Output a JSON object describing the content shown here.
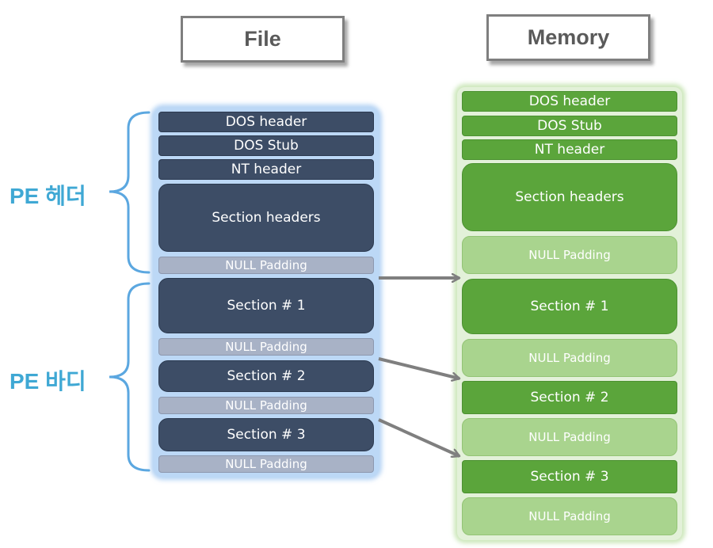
{
  "titles": {
    "file": "File",
    "memory": "Memory"
  },
  "labels": {
    "pe_header": "PE 헤더",
    "pe_body": "PE 바디"
  },
  "file_blocks": [
    "DOS header",
    "DOS Stub",
    "NT header",
    "Section headers",
    "NULL Padding",
    "Section # 1",
    "NULL Padding",
    "Section # 2",
    "NULL Padding",
    "Section # 3",
    "NULL Padding"
  ],
  "memory_blocks": [
    "DOS header",
    "DOS Stub",
    "NT header",
    "Section headers",
    "NULL Padding",
    "Section # 1",
    "NULL Padding",
    "Section # 2",
    "NULL Padding",
    "Section # 3",
    "NULL Padding"
  ],
  "colors": {
    "file_block": "#3d4d66",
    "file_padding": "#a8b2c6",
    "memory_block": "#5ba53b",
    "memory_padding": "#a9d48e",
    "label": "#3fa8d4",
    "arrow": "#7f7f7f"
  }
}
